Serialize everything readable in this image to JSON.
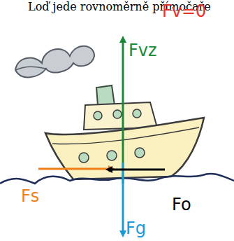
{
  "diagram": {
    "labels": [
      "Loď jede rovnoměrně přímočaře",
      "Fv=0",
      "Fvz",
      "Fs",
      "Fo",
      "Fg"
    ]
  }
}
